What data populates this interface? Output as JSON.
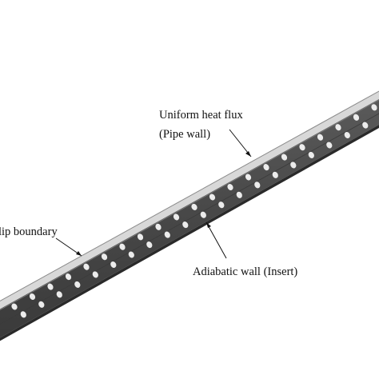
{
  "labels": {
    "heat_flux_line1": "Uniform  heat flux",
    "heat_flux_line2": "(Pipe wall)",
    "no_slip": "lip boundary",
    "adiabatic": "Adiabatic wall (Insert)"
  },
  "colors": {
    "pipe_top_face": "#d6d6d6",
    "pipe_side_face": "#4d4d4d",
    "pipe_bottom_edge": "#2e2e2e",
    "holes": "#ececec",
    "text": "#111111",
    "arrow": "#111111"
  }
}
